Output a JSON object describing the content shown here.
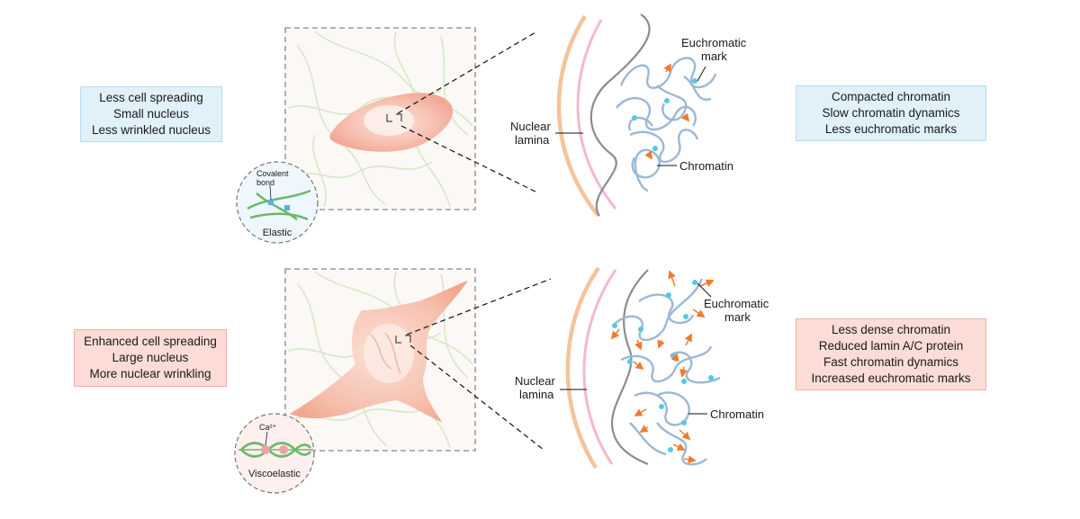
{
  "top": {
    "cell_box": [
      "Less cell spreading",
      "Small nucleus",
      "Less wrinkled nucleus"
    ],
    "chromatin_box": [
      "Compacted chromatin",
      "Slow chromatin dynamics",
      "Less euchromatic marks"
    ],
    "inset_bond_label": [
      "Covalent",
      "bond"
    ],
    "inset_caption": "Elastic",
    "lamina_label": [
      "Nuclear",
      "lamina"
    ],
    "euchromatic_label": [
      "Euchromatic",
      "mark"
    ],
    "chromatin_label": "Chromatin"
  },
  "bottom": {
    "cell_box": [
      "Enhanced cell spreading",
      "Large nucleus",
      "More nuclear wrinkling"
    ],
    "chromatin_box": [
      "Less dense chromatin",
      "Reduced lamin A/C protein",
      "Fast chromatin dynamics",
      "Increased euchromatic marks"
    ],
    "inset_ion_label": "Ca²⁺",
    "inset_caption": "Viscoelastic",
    "lamina_label": [
      "Nuclear",
      "lamina"
    ],
    "euchromatic_label": [
      "Euchromatic",
      "mark"
    ],
    "chromatin_label": "Chromatin"
  },
  "colors": {
    "blue_box": "#e1f1fa",
    "red_box": "#fbdcd6",
    "fiber": "#d5e8c6",
    "cell": "#f6b8a8",
    "chromatin": "#9bb8d6",
    "marker_cyan": "#55c8e6",
    "arrow_orange": "#f07a2e",
    "lamina_orange": "#f5c39a",
    "lamina_pink": "#f4b8cf",
    "membrane_gray": "#8c8c8c"
  }
}
